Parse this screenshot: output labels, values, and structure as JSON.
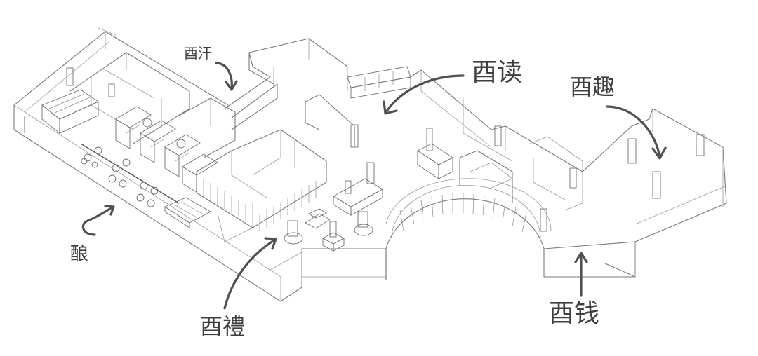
{
  "labels": {
    "top_left": "酉汗",
    "top_center": "酉读",
    "top_right": "酉趣",
    "left": "酿",
    "bottom_center": "酉禮",
    "bottom_right": "酉钱"
  }
}
